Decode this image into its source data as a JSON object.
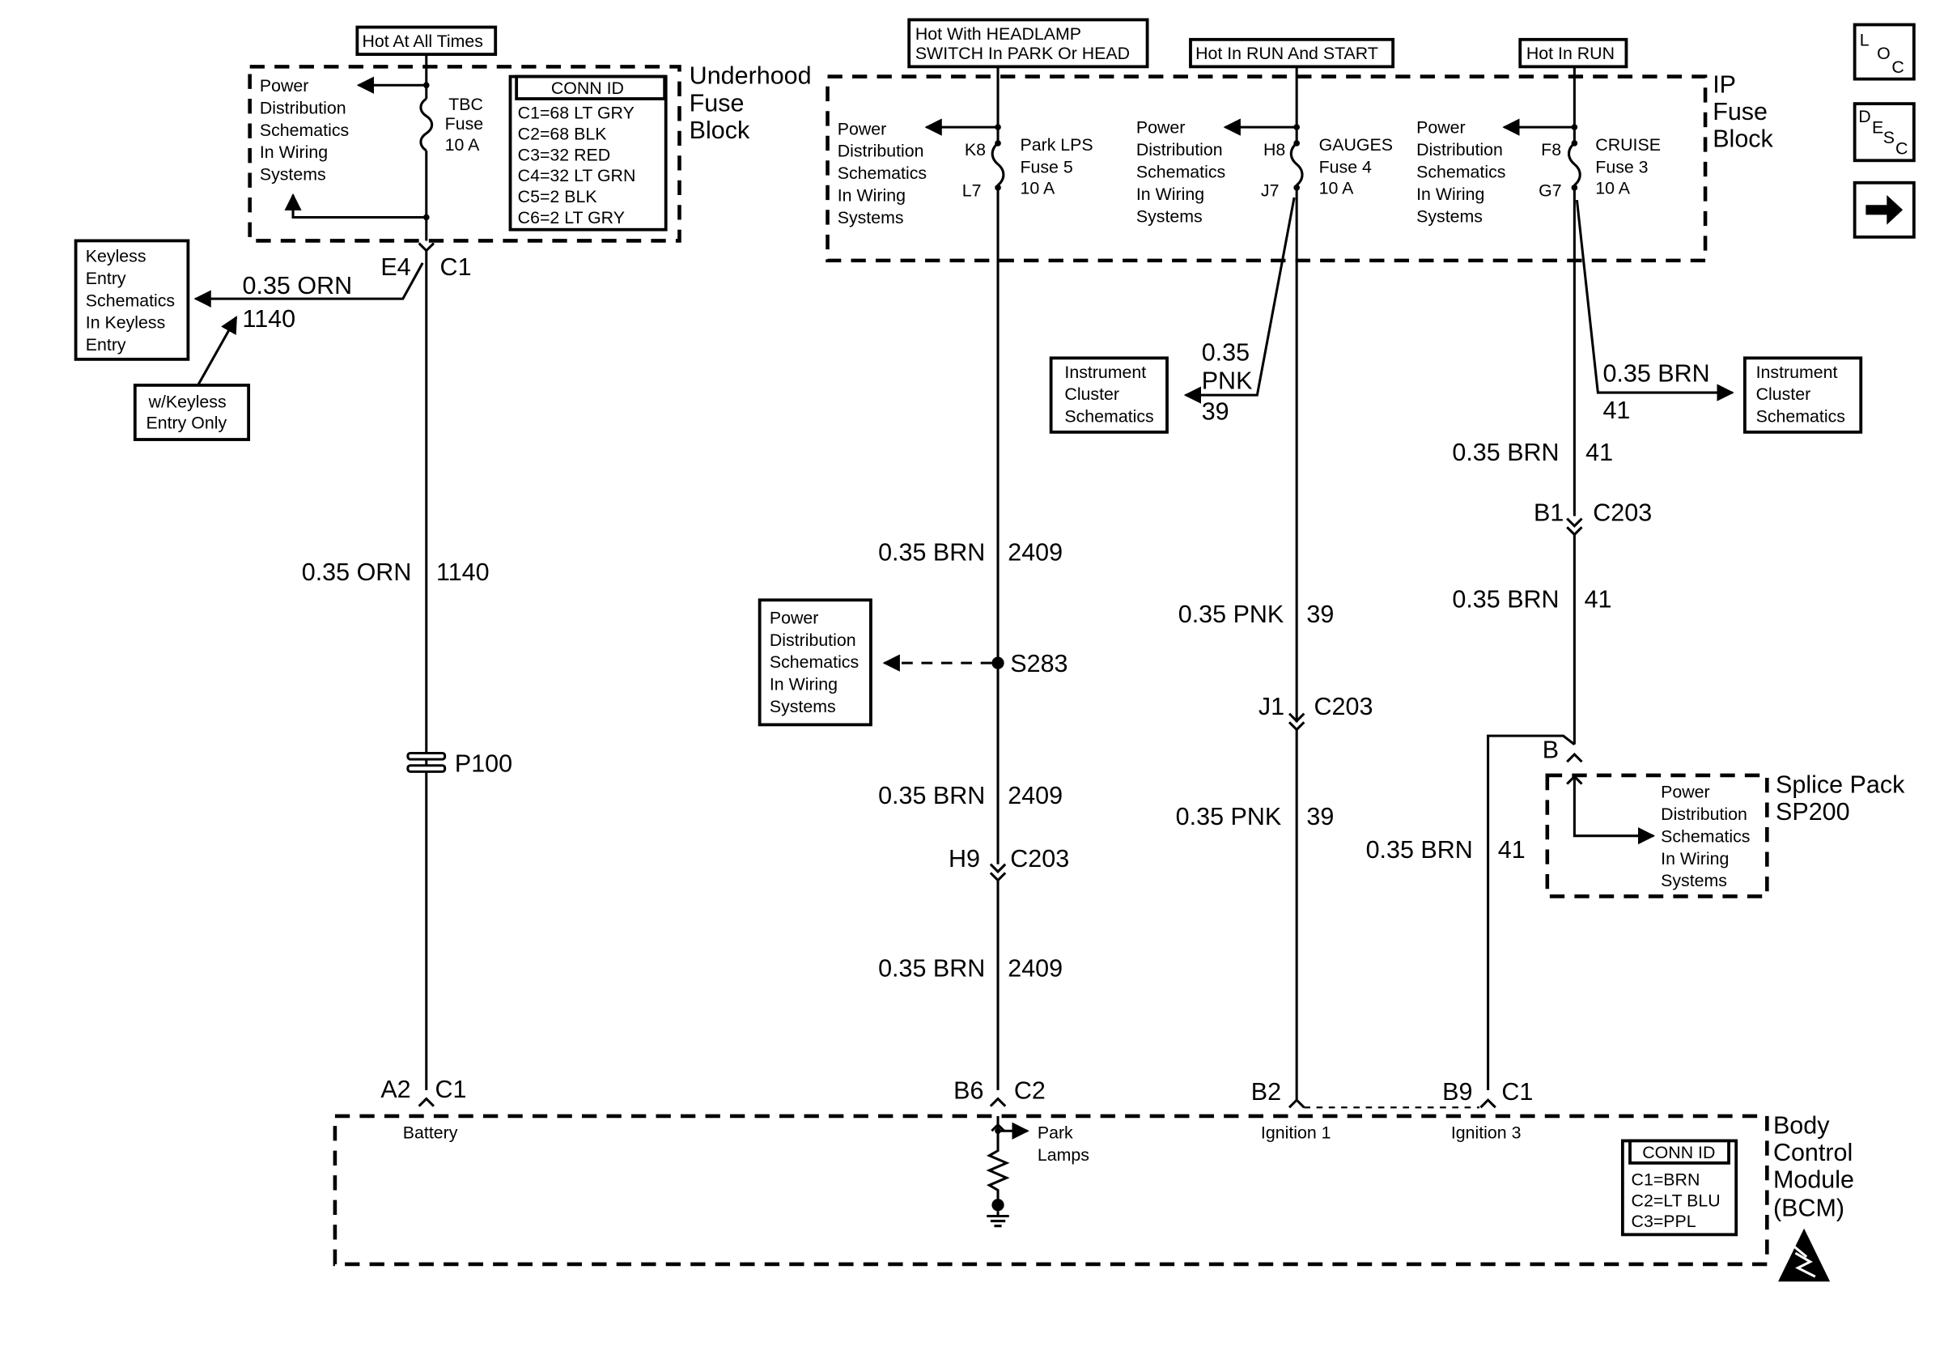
{
  "hot_labels": {
    "all_times": "Hot At All Times",
    "headlamp_1": "Hot With HEADLAMP",
    "headlamp_2": "SWITCH In PARK Or HEAD",
    "run_start": "Hot In RUN And START",
    "run": "Hot In RUN"
  },
  "underhood": {
    "title": [
      "Underhood",
      "Fuse",
      "Block"
    ],
    "power_ref": [
      "Power",
      "Distribution",
      "Schematics",
      "In Wiring",
      "Systems"
    ],
    "fuse": [
      "TBC",
      "Fuse",
      "10 A"
    ],
    "conn_title": "CONN ID",
    "conn_items": [
      "C1=68 LT GRY",
      "C2=68 BLK",
      "C3=32 RED",
      "C4=32 LT GRN",
      "C5=2 BLK",
      "C6=2 LT GRY"
    ]
  },
  "ip_fuse_block": {
    "title": [
      "IP",
      "Fuse",
      "Block"
    ],
    "power_ref": [
      "Power",
      "Distribution",
      "Schematics",
      "In Wiring",
      "Systems"
    ],
    "fuse_park": [
      "Park LPS",
      "Fuse 5",
      "10 A"
    ],
    "fuse_gauges": [
      "GAUGES",
      "Fuse 4",
      "10 A"
    ],
    "fuse_cruise": [
      "CRUISE",
      "Fuse 3",
      "10 A"
    ],
    "pins": {
      "k8": "K8",
      "l7": "L7",
      "h8": "H8",
      "j7": "J7",
      "f8": "F8",
      "g7": "G7"
    }
  },
  "icons": {
    "loc_l": "L",
    "loc_o": "O",
    "loc_c": "C",
    "desc_d": "D",
    "desc_e": "E",
    "desc_s": "S",
    "desc_c": "C"
  },
  "left_circuit": {
    "pin_e4": "E4",
    "conn_c1": "C1",
    "wire_orn": "0.35 ORN",
    "circuit_1140": "1140",
    "keyless_ref": [
      "Keyless",
      "Entry",
      "Schematics",
      "In Keyless",
      "Entry"
    ],
    "keyless_note": [
      "w/Keyless",
      "Entry Only"
    ],
    "p100": "P100",
    "pin_a2": "A2",
    "conn_c1_bcm": "C1"
  },
  "park_circuit": {
    "wire_brn": "0.35 BRN",
    "circuit_2409": "2409",
    "splice": "S283",
    "power_ref": [
      "Power",
      "Distribution",
      "Schematics",
      "In Wiring",
      "Systems"
    ],
    "pin_h9": "H9",
    "conn_c203": "C203",
    "pin_b6": "B6",
    "conn_c2": "C2"
  },
  "gauges_circuit": {
    "wire_pnk_1": "0.35",
    "wire_pnk_2": "PNK",
    "circuit_39": "39",
    "wire_pnk": "0.35 PNK",
    "cluster_ref": [
      "Instrument",
      "Cluster",
      "Schematics"
    ],
    "pin_j1": "J1",
    "conn_c203": "C203",
    "pin_b2": "B2"
  },
  "cruise_circuit": {
    "wire_brn": "0.35 BRN",
    "circuit_41": "41",
    "cluster_ref": [
      "Instrument",
      "Cluster",
      "Schematics"
    ],
    "pin_b1": "B1",
    "conn_c203": "C203",
    "pin_b": "B",
    "splice_pack": [
      "Splice Pack",
      "SP200"
    ],
    "power_ref": [
      "Power",
      "Distribution",
      "Schematics",
      "In Wiring",
      "Systems"
    ],
    "pin_b9": "B9",
    "conn_c1": "C1"
  },
  "bcm": {
    "title": [
      "Body",
      "Control",
      "Module",
      "(BCM)"
    ],
    "battery": "Battery",
    "park_lamps": [
      "Park",
      "Lamps"
    ],
    "ignition_1": "Ignition 1",
    "ignition_3": "Ignition 3",
    "conn_title": "CONN ID",
    "conn_items": [
      "C1=BRN",
      "C2=LT BLU",
      "C3=PPL"
    ]
  }
}
